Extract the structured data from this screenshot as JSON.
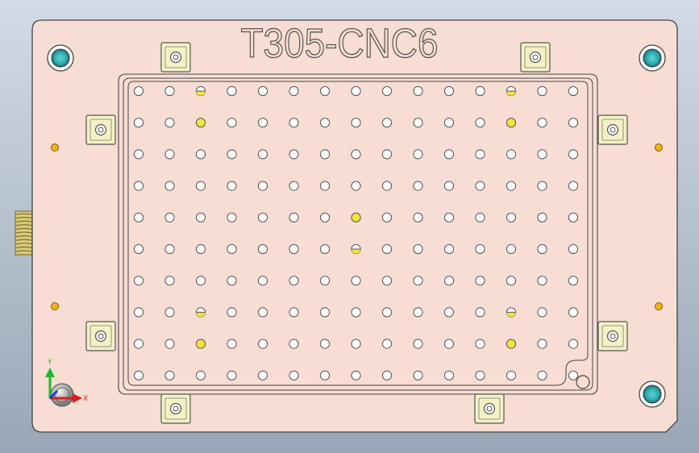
{
  "part": {
    "engraving": "T305-CNC6",
    "plate_color": "#f7ddd3",
    "pocket_color": "#f7ddd3",
    "edge_color": "#444444",
    "pad_color": "#f4f1c5",
    "highlight_color": "#f4e43a"
  },
  "grid": {
    "rows": 10,
    "cols": 15,
    "highlighted_holes": [
      [
        0,
        2,
        "half"
      ],
      [
        0,
        12,
        "half"
      ],
      [
        1,
        2,
        "full"
      ],
      [
        1,
        12,
        "full"
      ],
      [
        4,
        7,
        "full"
      ],
      [
        5,
        7,
        "half"
      ],
      [
        7,
        2,
        "half"
      ],
      [
        7,
        12,
        "half"
      ],
      [
        8,
        2,
        "full"
      ],
      [
        8,
        12,
        "full"
      ]
    ]
  },
  "triad": {
    "y_label": "Y",
    "x_label": "X",
    "x_color": "#d81e1e",
    "y_color": "#1fb82a",
    "z_color": "#1d3fd6"
  }
}
